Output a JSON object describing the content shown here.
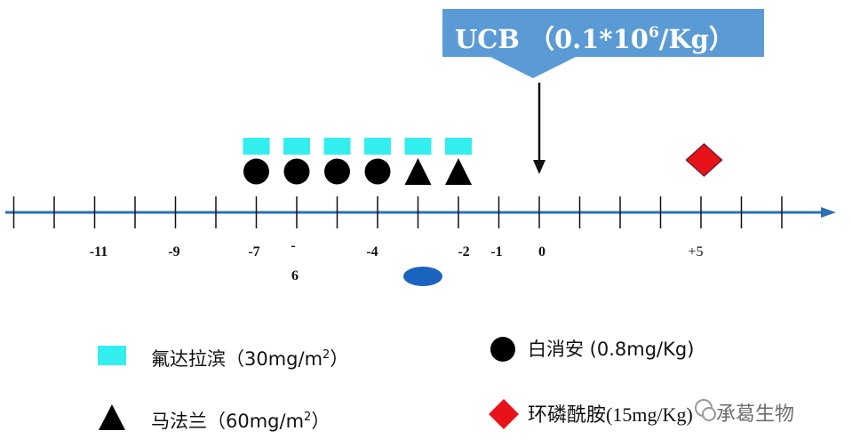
{
  "callout": {
    "label_main": "UCB （0.1*10",
    "label_sup": "6",
    "label_end": "/Kg）",
    "color": "#5b9bd5"
  },
  "timeline": {
    "color": "#2e6fb0",
    "tick_labels": [
      "-11",
      "-9",
      "-7",
      "-",
      "6",
      "-4",
      "-2",
      "-1",
      "0",
      "+5"
    ]
  },
  "schedule": {
    "fludarabine_days": [
      -7,
      -6,
      -5,
      -4,
      -3,
      -2
    ],
    "busulfan_days": [
      -7,
      -6,
      -5,
      -4
    ],
    "melphalan_days": [
      -3,
      -2
    ],
    "cyclophosphamide_days": [
      5
    ],
    "infusion_day": 0
  },
  "legend": {
    "fludarabine": {
      "name": "氟达拉滨（30mg/m",
      "sup": "2",
      "end": "）",
      "color": "#33eeee",
      "icon": "cyan-square-icon"
    },
    "melphalan": {
      "name": "马法兰（60mg/m",
      "sup": "2",
      "end": "）",
      "color": "#000000",
      "icon": "triangle-icon"
    },
    "busulfan": {
      "name": "白消安 (0.8mg/Kg)",
      "color": "#000000",
      "icon": "circle-icon"
    },
    "cyclophosphamide": {
      "name": "环磷酰胺(15mg/Kg)",
      "color": "#e8121b",
      "icon": "red-diamond-icon"
    }
  },
  "watermark": {
    "text": "承葛生物",
    "icon": "wechat-icon"
  },
  "colors": {
    "marker_ellipse": "#1a64c0"
  }
}
